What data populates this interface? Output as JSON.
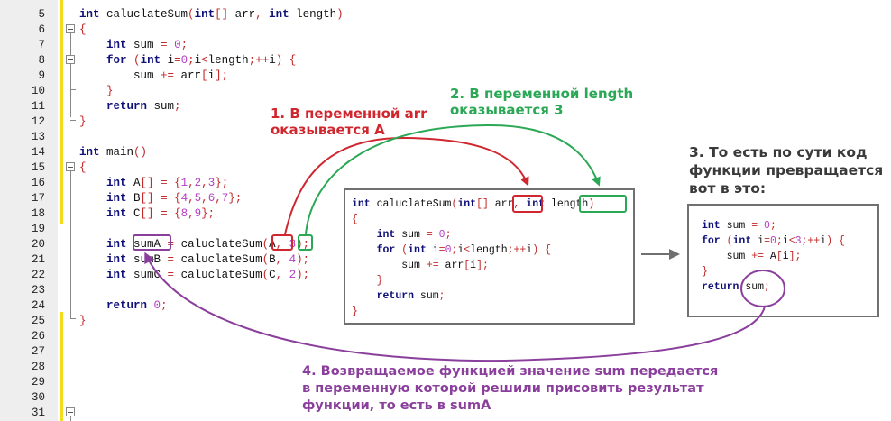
{
  "editor": {
    "line_numbers": [
      "5",
      "6",
      "7",
      "8",
      "9",
      "10",
      "11",
      "12",
      "13",
      "14",
      "15",
      "16",
      "17",
      "18",
      "19",
      "20",
      "21",
      "22",
      "23",
      "24",
      "25",
      "26",
      "27",
      "28",
      "29",
      "30",
      "31"
    ],
    "lines": [
      {
        "n": "5",
        "tokens": [
          [
            "kw",
            "int"
          ],
          [
            "t",
            " caluclateSum"
          ],
          [
            "p",
            "("
          ],
          [
            "kw",
            "int"
          ],
          [
            "p",
            "[]"
          ],
          [
            "t",
            " arr"
          ],
          [
            "p",
            ","
          ],
          [
            "t",
            " "
          ],
          [
            "kw",
            "int"
          ],
          [
            "t",
            " length"
          ],
          [
            "p",
            ")"
          ]
        ]
      },
      {
        "n": "6",
        "tokens": [
          [
            "p",
            "{"
          ]
        ]
      },
      {
        "n": "7",
        "tokens": [
          [
            "t",
            "    "
          ],
          [
            "kw",
            "int"
          ],
          [
            "t",
            " sum "
          ],
          [
            "p",
            "="
          ],
          [
            "t",
            " "
          ],
          [
            "n",
            "0"
          ],
          [
            "p",
            ";"
          ]
        ]
      },
      {
        "n": "8",
        "tokens": [
          [
            "t",
            "    "
          ],
          [
            "kw",
            "for"
          ],
          [
            "t",
            " "
          ],
          [
            "p",
            "("
          ],
          [
            "kw",
            "int"
          ],
          [
            "t",
            " i"
          ],
          [
            "p",
            "="
          ],
          [
            "n",
            "0"
          ],
          [
            "p",
            ";"
          ],
          [
            "t",
            "i"
          ],
          [
            "p",
            "<"
          ],
          [
            "t",
            "length"
          ],
          [
            "p",
            ";++"
          ],
          [
            "t",
            "i"
          ],
          [
            "p",
            ")"
          ],
          [
            "t",
            " "
          ],
          [
            "p",
            "{"
          ]
        ]
      },
      {
        "n": "9",
        "tokens": [
          [
            "t",
            "        sum "
          ],
          [
            "p",
            "+="
          ],
          [
            "t",
            " arr"
          ],
          [
            "p",
            "["
          ],
          [
            "t",
            "i"
          ],
          [
            "p",
            "];"
          ]
        ]
      },
      {
        "n": "10",
        "tokens": [
          [
            "t",
            "    "
          ],
          [
            "p",
            "}"
          ]
        ]
      },
      {
        "n": "11",
        "tokens": [
          [
            "t",
            "    "
          ],
          [
            "kw",
            "return"
          ],
          [
            "t",
            " sum"
          ],
          [
            "p",
            ";"
          ]
        ]
      },
      {
        "n": "12",
        "tokens": [
          [
            "p",
            "}"
          ]
        ]
      },
      {
        "n": "13",
        "tokens": []
      },
      {
        "n": "14",
        "tokens": [
          [
            "kw",
            "int"
          ],
          [
            "t",
            " main"
          ],
          [
            "p",
            "()"
          ]
        ]
      },
      {
        "n": "15",
        "tokens": [
          [
            "p",
            "{"
          ]
        ]
      },
      {
        "n": "16",
        "tokens": [
          [
            "t",
            "    "
          ],
          [
            "kw",
            "int"
          ],
          [
            "t",
            " A"
          ],
          [
            "p",
            "[]"
          ],
          [
            "t",
            " "
          ],
          [
            "p",
            "="
          ],
          [
            "t",
            " "
          ],
          [
            "p",
            "{"
          ],
          [
            "n",
            "1"
          ],
          [
            "p",
            ","
          ],
          [
            "n",
            "2"
          ],
          [
            "p",
            ","
          ],
          [
            "n",
            "3"
          ],
          [
            "p",
            "};"
          ]
        ]
      },
      {
        "n": "17",
        "tokens": [
          [
            "t",
            "    "
          ],
          [
            "kw",
            "int"
          ],
          [
            "t",
            " B"
          ],
          [
            "p",
            "[]"
          ],
          [
            "t",
            " "
          ],
          [
            "p",
            "="
          ],
          [
            "t",
            " "
          ],
          [
            "p",
            "{"
          ],
          [
            "n",
            "4"
          ],
          [
            "p",
            ","
          ],
          [
            "n",
            "5"
          ],
          [
            "p",
            ","
          ],
          [
            "n",
            "6"
          ],
          [
            "p",
            ","
          ],
          [
            "n",
            "7"
          ],
          [
            "p",
            "};"
          ]
        ]
      },
      {
        "n": "18",
        "tokens": [
          [
            "t",
            "    "
          ],
          [
            "kw",
            "int"
          ],
          [
            "t",
            " C"
          ],
          [
            "p",
            "[]"
          ],
          [
            "t",
            " "
          ],
          [
            "p",
            "="
          ],
          [
            "t",
            " "
          ],
          [
            "p",
            "{"
          ],
          [
            "n",
            "8"
          ],
          [
            "p",
            ","
          ],
          [
            "n",
            "9"
          ],
          [
            "p",
            "};"
          ]
        ]
      },
      {
        "n": "19",
        "tokens": []
      },
      {
        "n": "20",
        "tokens": [
          [
            "t",
            "    "
          ],
          [
            "kw",
            "int"
          ],
          [
            "t",
            " sumA "
          ],
          [
            "p",
            "="
          ],
          [
            "t",
            " caluclateSum"
          ],
          [
            "p",
            "("
          ],
          [
            "t",
            "A"
          ],
          [
            "p",
            ","
          ],
          [
            "t",
            " "
          ],
          [
            "n",
            "3"
          ],
          [
            "p",
            ");"
          ]
        ]
      },
      {
        "n": "21",
        "tokens": [
          [
            "t",
            "    "
          ],
          [
            "kw",
            "int"
          ],
          [
            "t",
            " sumB "
          ],
          [
            "p",
            "="
          ],
          [
            "t",
            " caluclateSum"
          ],
          [
            "p",
            "("
          ],
          [
            "t",
            "B"
          ],
          [
            "p",
            ","
          ],
          [
            "t",
            " "
          ],
          [
            "n",
            "4"
          ],
          [
            "p",
            ");"
          ]
        ]
      },
      {
        "n": "22",
        "tokens": [
          [
            "t",
            "    "
          ],
          [
            "kw",
            "int"
          ],
          [
            "t",
            " sumC "
          ],
          [
            "p",
            "="
          ],
          [
            "t",
            " caluclateSum"
          ],
          [
            "p",
            "("
          ],
          [
            "t",
            "C"
          ],
          [
            "p",
            ","
          ],
          [
            "t",
            " "
          ],
          [
            "n",
            "2"
          ],
          [
            "p",
            ");"
          ]
        ]
      },
      {
        "n": "23",
        "tokens": []
      },
      {
        "n": "24",
        "tokens": [
          [
            "t",
            "    "
          ],
          [
            "kw",
            "return"
          ],
          [
            "t",
            " "
          ],
          [
            "n",
            "0"
          ],
          [
            "p",
            ";"
          ]
        ]
      },
      {
        "n": "25",
        "tokens": [
          [
            "p",
            "}"
          ]
        ]
      },
      {
        "n": "26",
        "tokens": []
      },
      {
        "n": "27",
        "tokens": []
      },
      {
        "n": "28",
        "tokens": []
      },
      {
        "n": "29",
        "tokens": []
      },
      {
        "n": "30",
        "tokens": []
      },
      {
        "n": "31",
        "tokens": []
      }
    ]
  },
  "box1": {
    "lines": [
      [
        [
          "kw",
          "int"
        ],
        [
          "t",
          " caluclateSum"
        ],
        [
          "p",
          "("
        ],
        [
          "kw",
          "int"
        ],
        [
          "p",
          "[]"
        ],
        [
          "t",
          " arr"
        ],
        [
          "p",
          ","
        ],
        [
          "t",
          " "
        ],
        [
          "kw",
          "int"
        ],
        [
          "t",
          " length"
        ],
        [
          "p",
          ")"
        ]
      ],
      [
        [
          "p",
          "{"
        ]
      ],
      [
        [
          "t",
          "    "
        ],
        [
          "kw",
          "int"
        ],
        [
          "t",
          " sum "
        ],
        [
          "p",
          "="
        ],
        [
          "t",
          " "
        ],
        [
          "n",
          "0"
        ],
        [
          "p",
          ";"
        ]
      ],
      [
        [
          "t",
          "    "
        ],
        [
          "kw",
          "for"
        ],
        [
          "t",
          " "
        ],
        [
          "p",
          "("
        ],
        [
          "kw",
          "int"
        ],
        [
          "t",
          " i"
        ],
        [
          "p",
          "="
        ],
        [
          "n",
          "0"
        ],
        [
          "p",
          ";"
        ],
        [
          "t",
          "i"
        ],
        [
          "p",
          "<"
        ],
        [
          "t",
          "length"
        ],
        [
          "p",
          ";++"
        ],
        [
          "t",
          "i"
        ],
        [
          "p",
          ")"
        ],
        [
          "t",
          " "
        ],
        [
          "p",
          "{"
        ]
      ],
      [
        [
          "t",
          "        sum "
        ],
        [
          "p",
          "+="
        ],
        [
          "t",
          " arr"
        ],
        [
          "p",
          "["
        ],
        [
          "t",
          "i"
        ],
        [
          "p",
          "];"
        ]
      ],
      [
        [
          "t",
          "    "
        ],
        [
          "p",
          "}"
        ]
      ],
      [
        [
          "t",
          "    "
        ],
        [
          "kw",
          "return"
        ],
        [
          "t",
          " sum"
        ],
        [
          "p",
          ";"
        ]
      ],
      [
        [
          "p",
          "}"
        ]
      ]
    ]
  },
  "box2": {
    "lines": [
      [
        [
          "kw",
          "int"
        ],
        [
          "t",
          " sum "
        ],
        [
          "p",
          "="
        ],
        [
          "t",
          " "
        ],
        [
          "n",
          "0"
        ],
        [
          "p",
          ";"
        ]
      ],
      [
        [
          "kw",
          "for"
        ],
        [
          "t",
          " "
        ],
        [
          "p",
          "("
        ],
        [
          "kw",
          "int"
        ],
        [
          "t",
          " i"
        ],
        [
          "p",
          "="
        ],
        [
          "n",
          "0"
        ],
        [
          "p",
          ";"
        ],
        [
          "t",
          "i"
        ],
        [
          "p",
          "<"
        ],
        [
          "n",
          "3"
        ],
        [
          "p",
          ";++"
        ],
        [
          "t",
          "i"
        ],
        [
          "p",
          ")"
        ],
        [
          "t",
          " "
        ],
        [
          "p",
          "{"
        ]
      ],
      [
        [
          "t",
          "    sum "
        ],
        [
          "p",
          "+="
        ],
        [
          "t",
          " A"
        ],
        [
          "p",
          "["
        ],
        [
          "t",
          "i"
        ],
        [
          "p",
          "];"
        ]
      ],
      [
        [
          "p",
          "}"
        ]
      ],
      [
        [
          "kw",
          "return"
        ],
        [
          "t",
          " sum"
        ],
        [
          "p",
          ";"
        ]
      ]
    ]
  },
  "annotations": {
    "note1_line1": "1. В переменной arr",
    "note1_line2": "оказывается А",
    "note2_line1": "2. В переменной length",
    "note2_line2": "оказывается 3",
    "note3_line1": "3. То есть по сути код",
    "note3_line2": "функции превращается",
    "note3_line3": "вот в это:",
    "note4_line1": "4. Возвращаемое функцией значение sum передается",
    "note4_line2": "в переменную которой решили присовить результат",
    "note4_line3": "функции, то есть в sumA"
  },
  "colors": {
    "red": "#d0262e",
    "green": "#2aa855",
    "purple": "#8b3f9c",
    "gray": "#707070",
    "gutter": "#eeeeee",
    "changebar": "#f2dc1c"
  }
}
